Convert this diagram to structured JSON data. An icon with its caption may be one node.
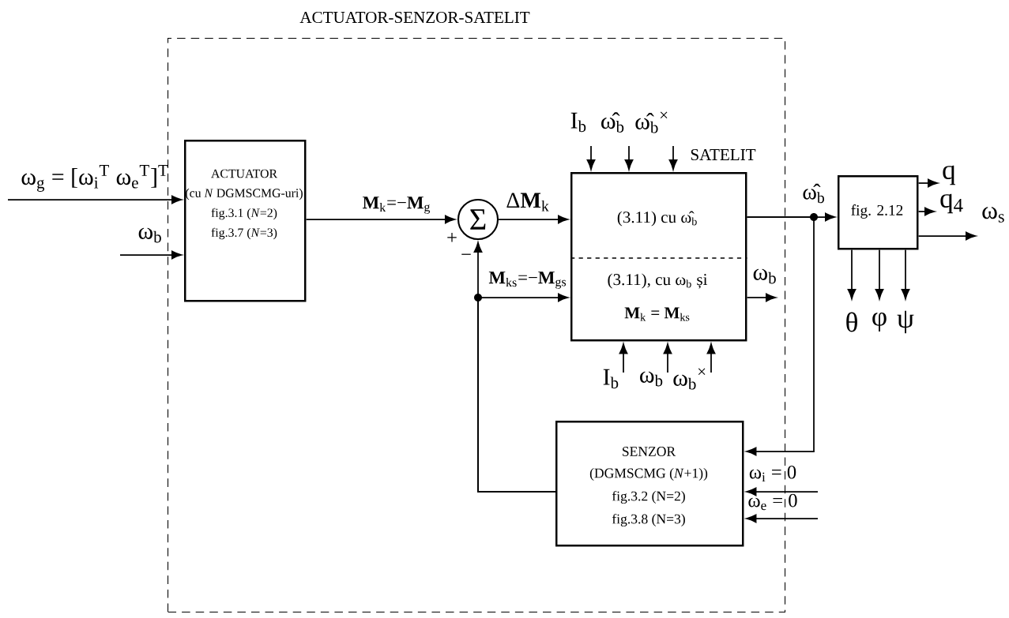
{
  "diagram": {
    "nodes": [
      {
        "text": [
          "ACTUATOR-SENZOR-SATELIT"
        ]
      },
      {
        "text": [
          "ACTUATOR",
          "(cu *N* DGMSCMG-uri)",
          "fig.3.1 (*N*=2)",
          "fig.3.7 (*N*=3)"
        ],
        "in": 0
      },
      {
        "text": [
          "Σ"
        ],
        "in": 0
      },
      {
        "text": [
          "SATELIT",
          "(3.11) cu ω̂$_{b}$",
          "(3.11), cu ω$_{b}$ și",
          "**M**$_{k}$ = **M**$_{ks}$"
        ],
        "in": 0
      },
      {
        "text": [
          "fig. 2.12"
        ]
      },
      {
        "text": [
          "SENZOR",
          "(DGMSCMG (*N*+1))",
          "fig.3.2 (N=2)",
          "fig.3.8 (N=3)"
        ],
        "in": 0
      }
    ],
    "edges": [
      {
        "from": null,
        "to": 1,
        "arrow": "to",
        "label": "ω$_{g}$ = [ω$_{i}$$^{T}$ ω$_{e}$$^{T}$]$^{T}$"
      },
      {
        "from": null,
        "to": 1,
        "arrow": "to",
        "label": "ω$_{b}$"
      },
      {
        "from": 1,
        "to": 2,
        "arrow": "to",
        "label": "**M**$_{k}$=−**M**$_{g}$"
      },
      {
        "from": 2,
        "to": 3,
        "arrow": "to",
        "label": "Δ**M**$_{k}$"
      },
      {
        "from": 5,
        "to": 2,
        "arrow": "to"
      },
      {
        "from": 5,
        "to": 3,
        "arrow": "to",
        "label": "**M**$_{ks}$=−**M**$_{gs}$"
      },
      {
        "from": null,
        "to": 3,
        "arrow": "to",
        "label": "I$_{b}$"
      },
      {
        "from": null,
        "to": 3,
        "arrow": "to",
        "label": "ω̂$_{b}$"
      },
      {
        "from": null,
        "to": 3,
        "arrow": "to",
        "label": "ω̂$_{b}$$^{×}$"
      },
      {
        "from": null,
        "to": 3,
        "arrow": "to",
        "label": "I$_{b}$"
      },
      {
        "from": null,
        "to": 3,
        "arrow": "to",
        "label": "ω$_{b}$"
      },
      {
        "from": null,
        "to": 3,
        "arrow": "to",
        "label": "ω$_{b}$$^{×}$"
      },
      {
        "from": 3,
        "to": 4,
        "arrow": "to",
        "label": "ω̂$_{b}$"
      },
      {
        "from": 3,
        "to": 5,
        "arrow": "to"
      },
      {
        "from": 3,
        "to": null,
        "arrow": "to",
        "label": "ω$_{b}$"
      },
      {
        "from": null,
        "to": 5,
        "arrow": "to",
        "label": "ω$_{i}$ = 0"
      },
      {
        "from": null,
        "to": 5,
        "arrow": "to",
        "label": "ω$_{e}$ = 0"
      },
      {
        "from": 4,
        "to": null,
        "arrow": "to",
        "label": "q"
      },
      {
        "from": 4,
        "to": null,
        "arrow": "to",
        "label": "q$_{4}$"
      },
      {
        "from": 4,
        "to": null,
        "arrow": "to",
        "label": "ω$_{s}$"
      },
      {
        "from": 4,
        "to": null,
        "arrow": "to",
        "label": "θ"
      },
      {
        "from": 4,
        "to": null,
        "arrow": "to",
        "label": "φ"
      },
      {
        "from": 4,
        "to": null,
        "arrow": "to",
        "label": "ψ"
      }
    ],
    "labels": [
      "+",
      "−"
    ]
  }
}
